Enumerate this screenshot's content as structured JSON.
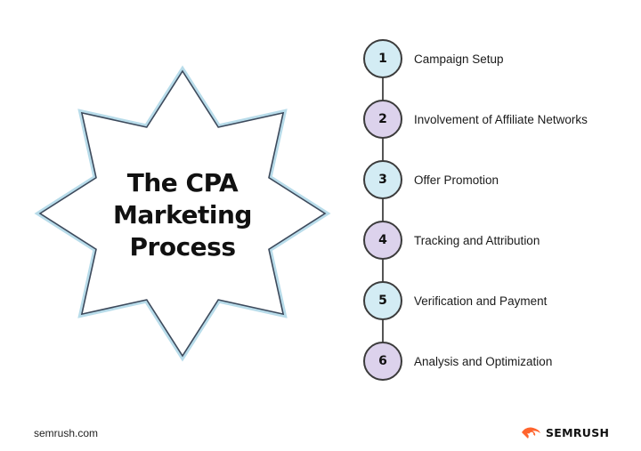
{
  "title": {
    "line1": "The CPA",
    "line2": "Marketing",
    "line3": "Process"
  },
  "steps": [
    {
      "number": "1",
      "label": "Campaign Setup",
      "color": "#d3ecf4"
    },
    {
      "number": "2",
      "label": "Involvement of Affiliate Networks",
      "color": "#dcd2ec"
    },
    {
      "number": "3",
      "label": "Offer Promotion",
      "color": "#d3ecf4"
    },
    {
      "number": "4",
      "label": "Tracking and Attribution",
      "color": "#dcd2ec"
    },
    {
      "number": "5",
      "label": "Verification and Payment",
      "color": "#d3ecf4"
    },
    {
      "number": "6",
      "label": "Analysis and Optimization",
      "color": "#dcd2ec"
    }
  ],
  "footer": {
    "url": "semrush.com",
    "logo_text": "SEMRUSH",
    "logo_icon": "semrush-fire-icon",
    "logo_color": "#ff642d"
  },
  "colors": {
    "star_outline": "#3d4a5c",
    "star_glow": "#b8dcea",
    "line": "#555555"
  }
}
